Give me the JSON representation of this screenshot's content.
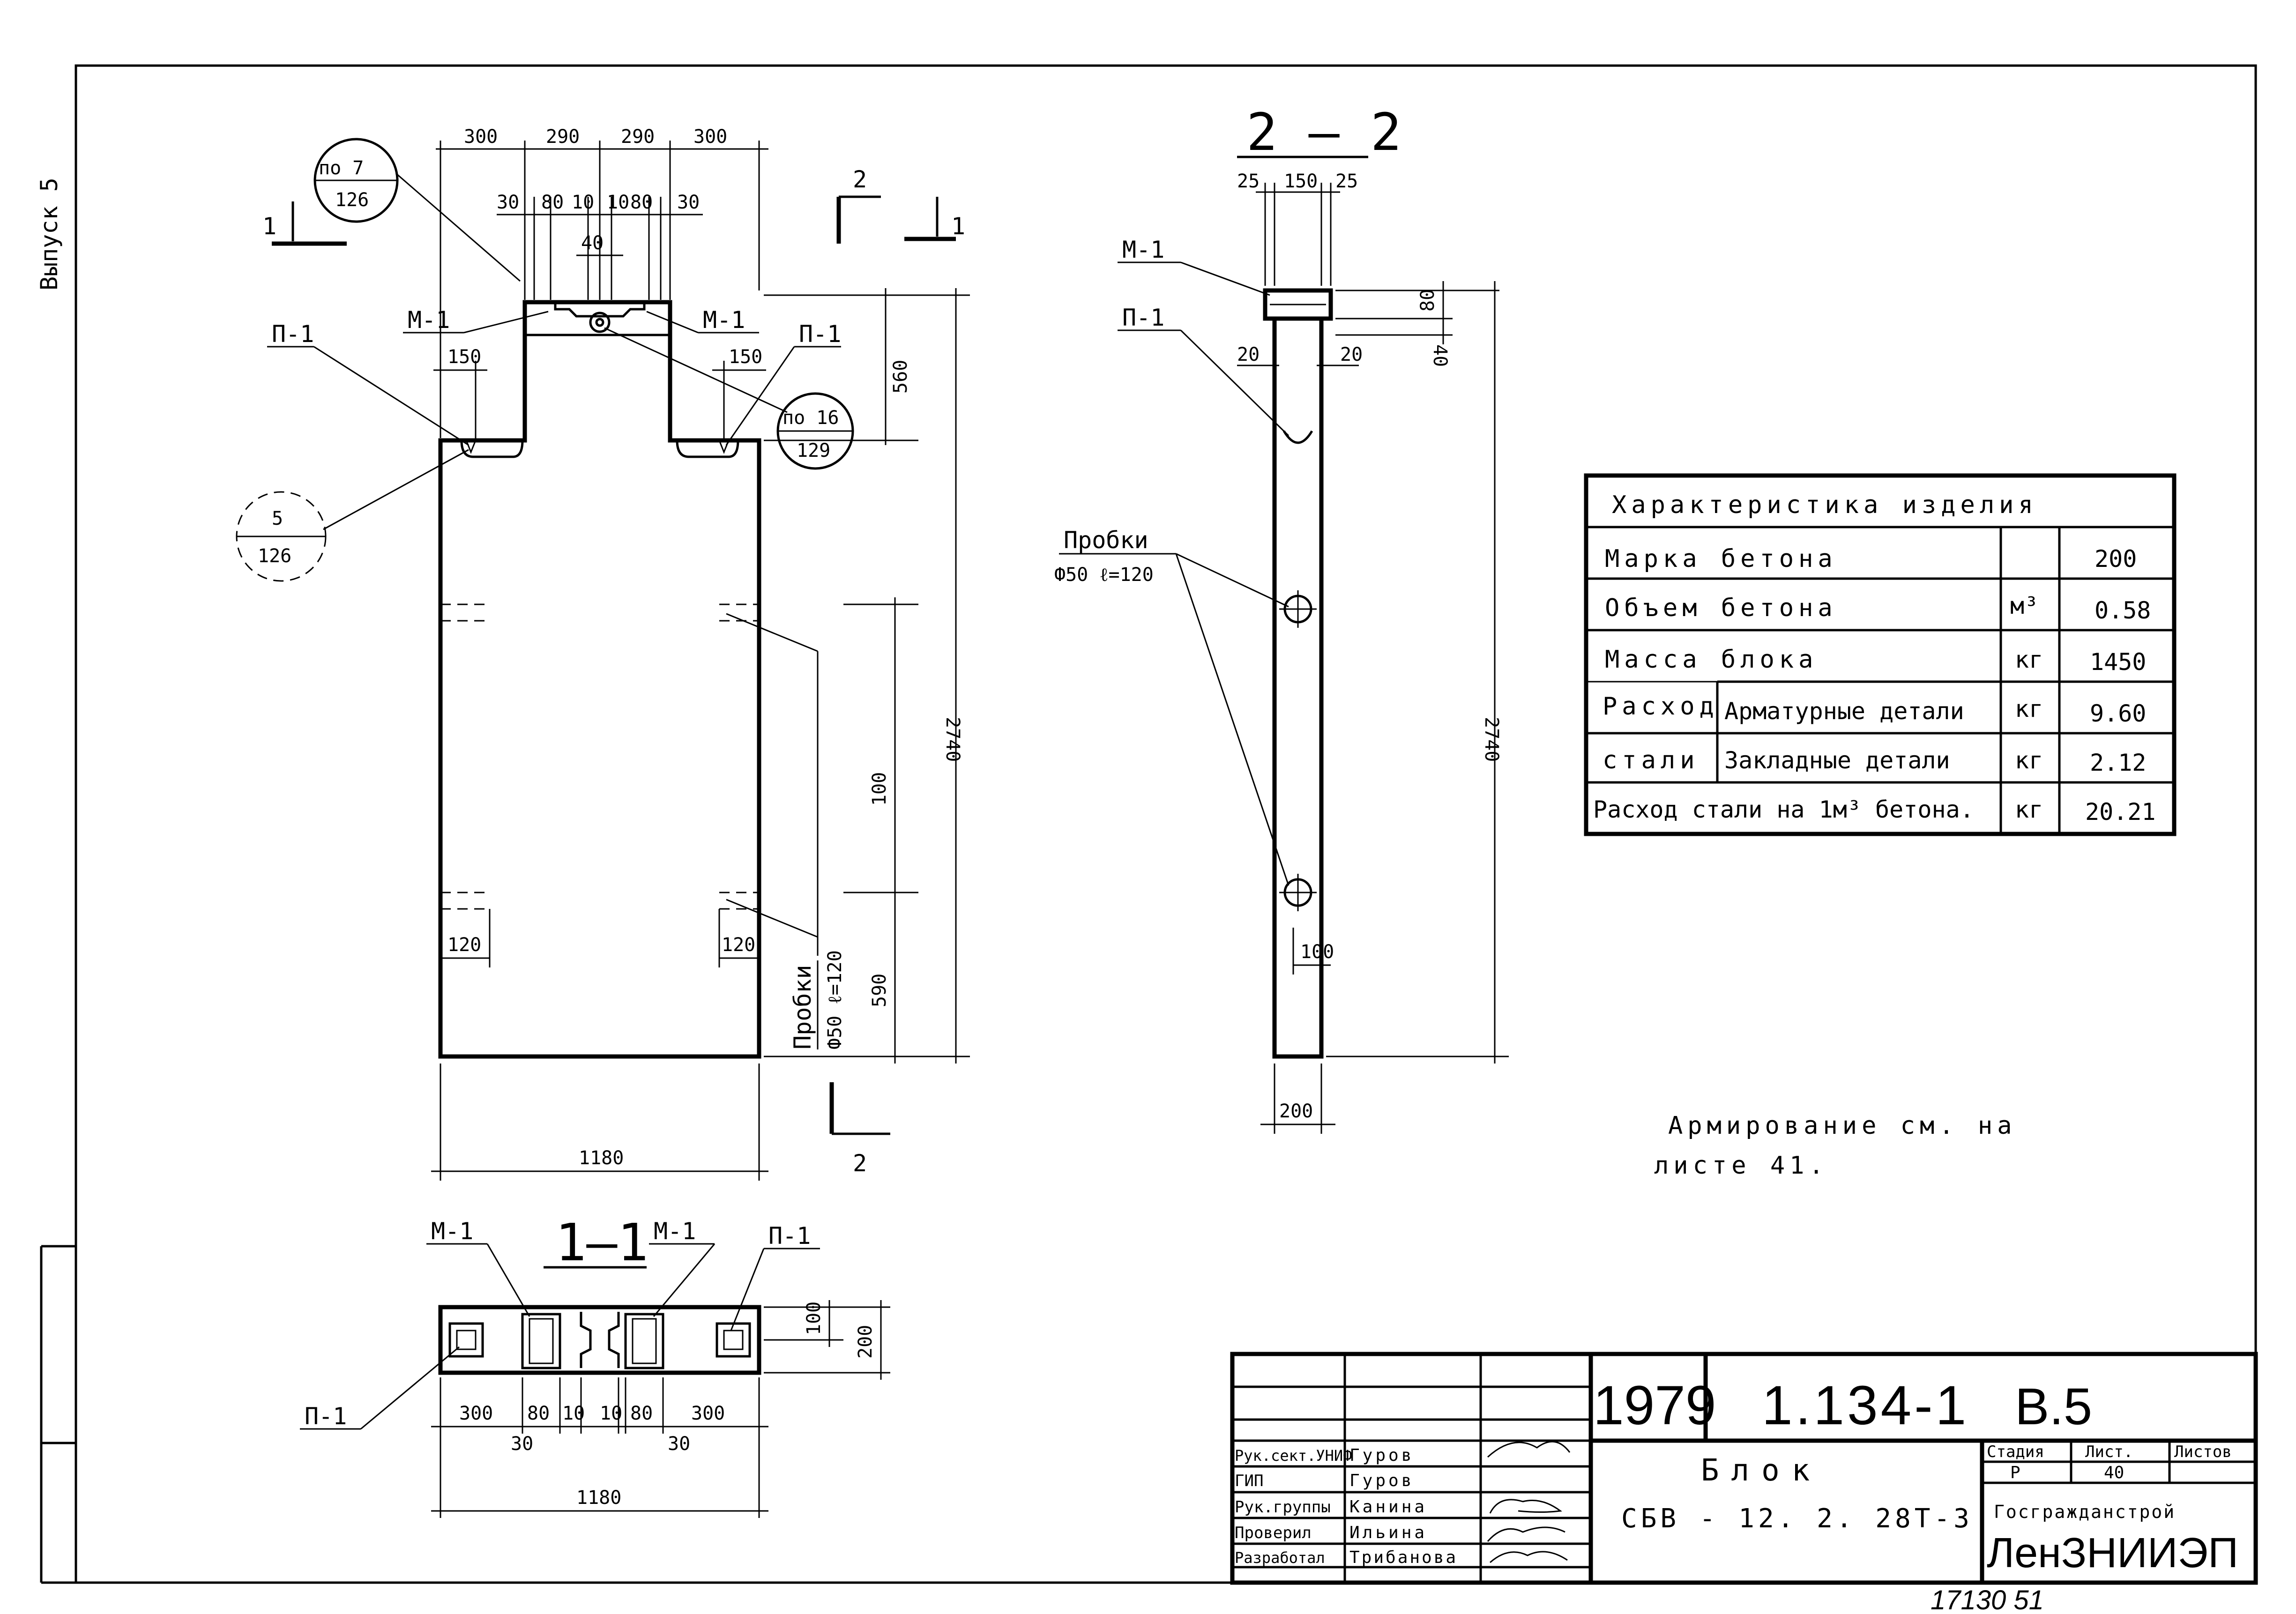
{
  "margin_note": "Выпуск 5",
  "views": {
    "front": {
      "dims_top": [
        "300",
        "290",
        "290",
        "300"
      ],
      "dims_top2": [
        "30",
        "80",
        "10",
        "10",
        "80",
        "30"
      ],
      "dim_40": "40",
      "dims_right": [
        "560",
        "2740",
        "100",
        "590"
      ],
      "dim_bottom": "1180",
      "dim_150_left": "150",
      "dim_150_right": "150",
      "dim_120_left": "120",
      "dim_120_right": "120",
      "callout_top": {
        "top": "по 7",
        "bottom": "126"
      },
      "callout_right": {
        "top": "по 16",
        "bottom": "129"
      },
      "callout_left": {
        "top": "5",
        "bottom": "126"
      },
      "label_m1_left": "М-1",
      "label_m1_right": "М-1",
      "label_p1_left": "П-1",
      "label_p1_right": "П-1",
      "plugs_label": "Пробки",
      "plugs_spec": "Ф50 ℓ=120",
      "cut_1_left": "1",
      "cut_1_right": "1",
      "cut_2_top": "2",
      "cut_2_bottom": "2"
    },
    "section_2_2": {
      "title": "2 — 2",
      "dims_top": [
        "25",
        "150",
        "25"
      ],
      "dims_right": [
        "80",
        "40"
      ],
      "dim_20_left": "20",
      "dim_20_right": "20",
      "dim_height": "2740",
      "dim_100": "100",
      "dim_width": "200",
      "label_m1": "М-1",
      "label_p1": "П-1",
      "plugs_label": "Пробки",
      "plugs_spec": "Ф50 ℓ=120"
    },
    "section_1_1": {
      "title": "1—1",
      "label_m1_left": "М-1",
      "label_m1_right": "М-1",
      "label_p1_top": "П-1",
      "label_p1_left": "П-1",
      "dims_bottom": [
        "300",
        "80",
        "10",
        "10",
        "80",
        "300"
      ],
      "dims_sub": [
        "30",
        "30"
      ],
      "dim_total": "1180",
      "dims_right": [
        "100",
        "200"
      ]
    }
  },
  "characteristics": {
    "title": "Характеристика изделия",
    "rows": [
      {
        "label": "Марка бетона",
        "unit": "",
        "value": "200"
      },
      {
        "label": "Объем бетона",
        "unit": "м³",
        "value": "0.58"
      },
      {
        "label": "Масса блока",
        "unit": "кг",
        "value": "1450"
      },
      {
        "group": "Расход",
        "label": "Арматурные детали",
        "unit": "кг",
        "value": "9.60"
      },
      {
        "group": "стали",
        "label": "Закладные детали",
        "unit": "кг",
        "value": "2.12"
      },
      {
        "label": "Расход стали на 1м³ бетона.",
        "unit": "кг",
        "value": "20.21"
      }
    ]
  },
  "note": {
    "line1": "Армирование см. на",
    "line2": "листе 41."
  },
  "title_block": {
    "year": "1979",
    "code": "1.134-1",
    "issue": "В.5",
    "product_title": "Блок",
    "product_mark": "СБВ - 12. 2. 28Т-3",
    "roles": [
      {
        "role": "Рук.сект.УНИФ",
        "name": "Гуров"
      },
      {
        "role": "ГИП",
        "name": "Гуров"
      },
      {
        "role": "Рук.группы",
        "name": "Канина"
      },
      {
        "role": "Проверил",
        "name": "Ильина"
      },
      {
        "role": "Разработал",
        "name": "Трибанова"
      }
    ],
    "stage_label": "Стадия",
    "sheet_label": "Лист.",
    "sheets_label": "Листов",
    "stage": "Р",
    "sheet": "40",
    "organization_upper": "Госгражданстрой",
    "organization": "ЛенЗНИИЭП",
    "archive_number": "17130 51"
  }
}
